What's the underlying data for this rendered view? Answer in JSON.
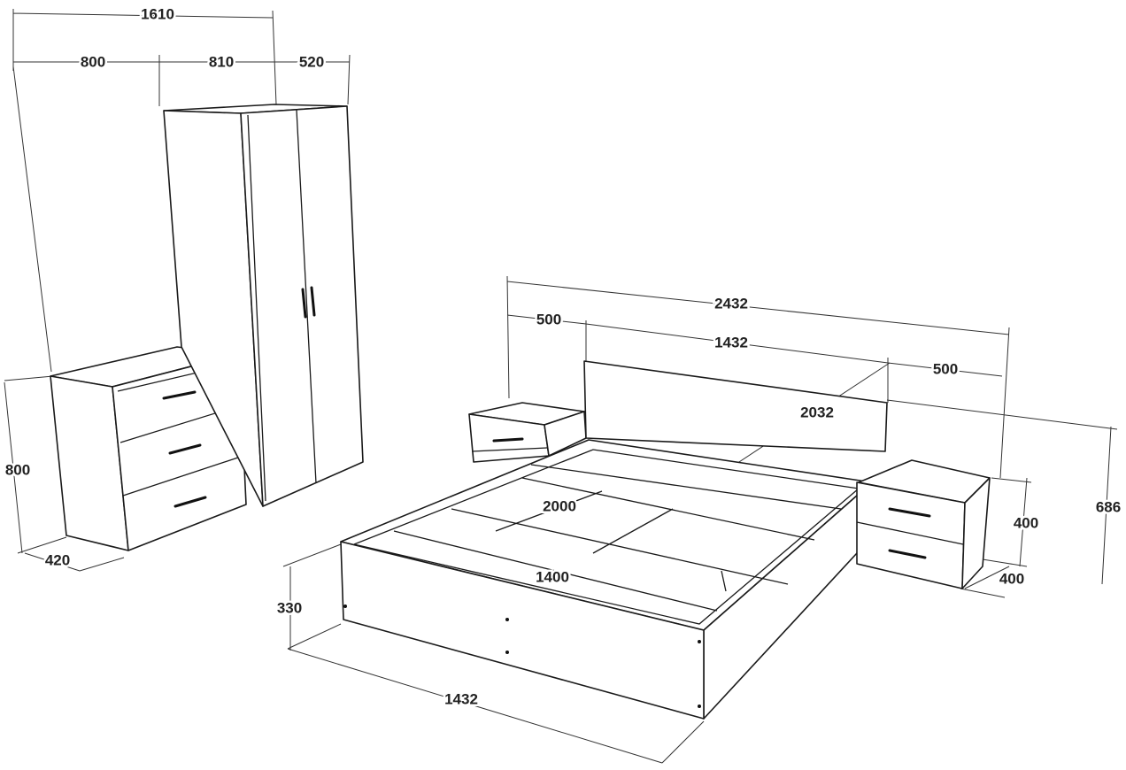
{
  "dimensions": {
    "wardrobe_dresser_total_width": "1610",
    "dresser_width": "800",
    "wardrobe_width": "810",
    "wardrobe_depth": "520",
    "dresser_height": "800",
    "dresser_depth": "420",
    "bed_total_width": "2432",
    "nightstand_left_width": "500",
    "headboard_width": "1432",
    "nightstand_right_width": "500",
    "bed_length": "2032",
    "mattress_length": "2000",
    "mattress_width": "1400",
    "bed_height": "330",
    "bed_front_width": "1432",
    "nightstand_height": "400",
    "headboard_height": "686",
    "nightstand_depth": "400"
  }
}
